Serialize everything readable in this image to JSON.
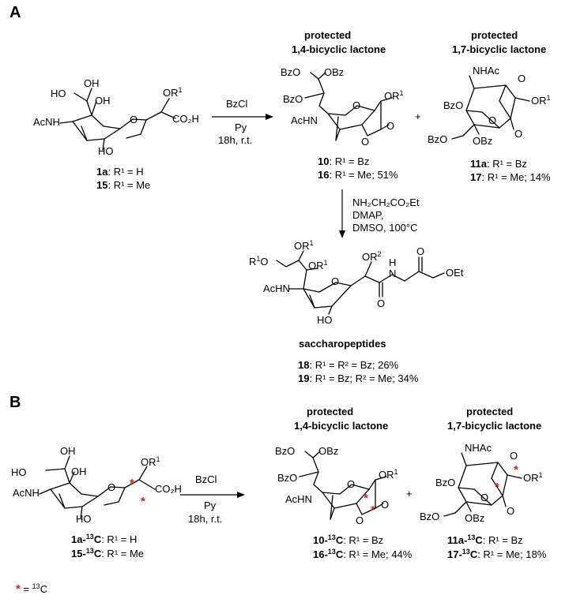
{
  "panels": [
    "A",
    "B"
  ],
  "groups": {
    "ho": "HO",
    "oh": "OH",
    "acnh": "AcNH",
    "achn": "AcHN",
    "co2h": "CO₂H",
    "or1": "OR",
    "or2": "OR",
    "bzo": "BzO",
    "obz": "OBz",
    "nhac": "NHAc",
    "o": "O",
    "h": "H",
    "n": "N",
    "oet": "OEt",
    "r1o": "R",
    "sup1": "1",
    "sup2": "2"
  },
  "reagents": {
    "bzcl": "BzCl",
    "py": "Py",
    "time": "18h, r.t.",
    "step2": [
      "NH₂CH₂CO₂Et",
      "DMAP,",
      "DMSO, 100°C"
    ]
  },
  "headers": {
    "protected": "protected",
    "l14": "1,4-bicyclic lactone",
    "l17": "1,7-bicyclic lactone",
    "sacch": "saccharopeptides",
    "plus": "+"
  },
  "compoundsA": {
    "c1a": {
      "num": "1a",
      "label": ": R¹ = H"
    },
    "c15": {
      "num": "15",
      "label": ": R¹ = Me"
    },
    "c10": {
      "num": "10",
      "label": ": R¹ = Bz"
    },
    "c16": {
      "num": "16",
      "label": ": R¹ = Me; 51%"
    },
    "c11a": {
      "num": "11a",
      "label": ": R¹ = Bz"
    },
    "c17": {
      "num": "17",
      "label": ": R¹ = Me; 14%"
    },
    "c18": {
      "num": "18",
      "label": ": R¹ = R² = Bz; 26%"
    },
    "c19": {
      "num": "19",
      "label": ": R¹ = Bz; R² = Me; 34%"
    }
  },
  "compoundsB": {
    "c1a": {
      "num": "1a-",
      "iso": "13",
      "el": "C",
      "label": ": R¹ = H"
    },
    "c15": {
      "num": "15-",
      "iso": "13",
      "el": "C",
      "label": ": R¹ = Me"
    },
    "c10": {
      "num": "10-",
      "iso": "13",
      "el": "C",
      "label": ": R¹ = Bz"
    },
    "c16": {
      "num": "16-",
      "iso": "13",
      "el": "C",
      "label": ": R¹ = Me; 44%"
    },
    "c11a": {
      "num": "11a-",
      "iso": "13",
      "el": "C",
      "label": ": R¹ = Bz"
    },
    "c17": {
      "num": "17-",
      "iso": "13",
      "el": "C",
      "label": ": R¹ = Me; 18%"
    }
  },
  "footnote": {
    "star": "*",
    "text": " = ",
    "iso": "13",
    "el": "C"
  },
  "colors": {
    "label_star": "#d0202a",
    "ink": "#000000"
  }
}
